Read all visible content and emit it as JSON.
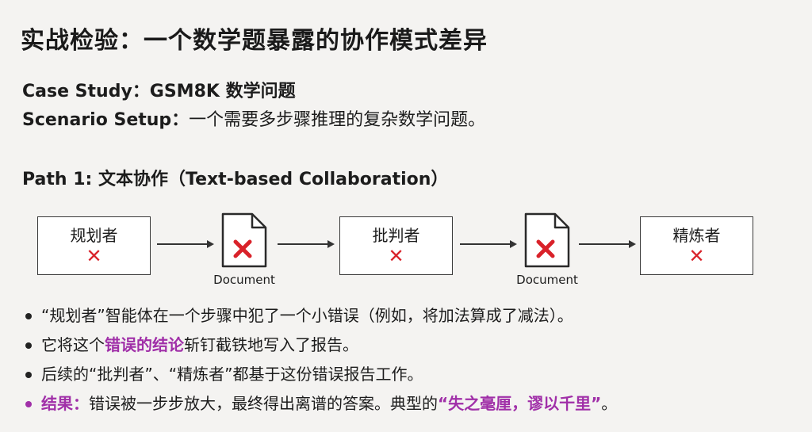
{
  "title": "实战检验：一个数学题暴露的协作模式差异",
  "case_study": {
    "label": "Case Study：",
    "value": "GSM8K 数学问题"
  },
  "scenario": {
    "label": "Scenario Setup：",
    "value": "一个需要多步骤推理的复杂数学问题。"
  },
  "path_title": "Path 1: 文本协作（Text-based Collaboration）",
  "flow": {
    "roles": [
      "规划者",
      "批判者",
      "精炼者"
    ],
    "error_symbol": "✕",
    "doc_label": "Document"
  },
  "bullets": {
    "b1": "“规划者”智能体在一个步骤中犯了一个小错误（例如，将加法算成了减法）。",
    "b2_pre": "它将这个",
    "b2_hl": "错误的结论",
    "b2_post": "斩钉截铁地写入了报告。",
    "b3": "后续的“批判者”、“精炼者”都基于这份错误报告工作。",
    "b4_label": "结果：",
    "b4_text": "错误被一步步放大，最终得出离谱的答案。典型的",
    "b4_quote": "“失之毫厘，谬以千里”",
    "b4_end": "。"
  },
  "colors": {
    "error": "#d9222a",
    "highlight": "#a02fa8"
  }
}
